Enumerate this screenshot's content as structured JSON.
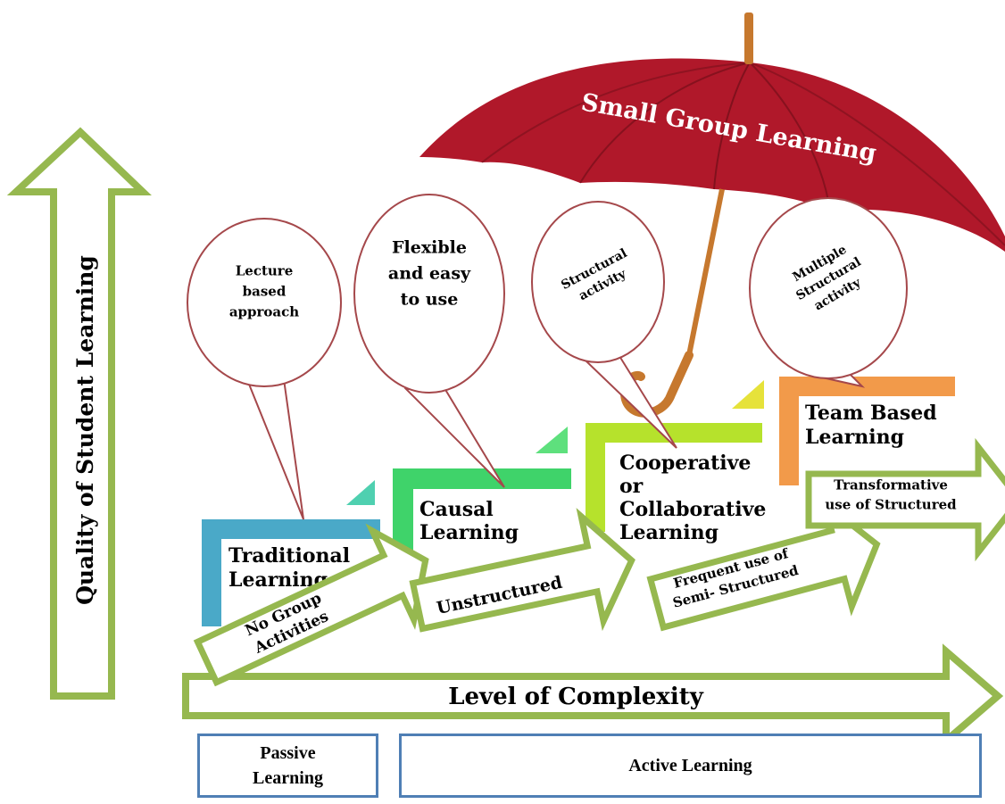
{
  "umbrella": {
    "label": "Small Group Learning",
    "canopy_color": "#b0182a",
    "handle_color": "#c6782e"
  },
  "axis": {
    "vertical_label": "Quality of Student Learning",
    "horizontal_label": "Level of Complexity",
    "arrow_color": "#96b84f"
  },
  "steps": [
    {
      "lines": [
        "Traditional",
        "Learning"
      ],
      "color": "#4aa9c8"
    },
    {
      "lines": [
        "Causal",
        "Learning"
      ],
      "color": "#3fd36a"
    },
    {
      "lines": [
        "Cooperative",
        "or",
        "Collaborative",
        "Learning"
      ],
      "color": "#b6e22c"
    },
    {
      "lines": [
        "Team Based",
        "Learning"
      ],
      "color": "#f29a4a"
    }
  ],
  "bubbles": [
    {
      "lines": [
        "Lecture",
        "based",
        "approach"
      ]
    },
    {
      "lines": [
        "Flexible",
        "and easy",
        "to use"
      ]
    },
    {
      "lines": [
        "Structural",
        "activity"
      ]
    },
    {
      "lines": [
        "Multiple",
        "Structural",
        "activity"
      ]
    }
  ],
  "step_arrows": [
    {
      "lines": [
        "No Group",
        "Activities"
      ]
    },
    {
      "lines": [
        "Unstructured"
      ]
    },
    {
      "lines": [
        "Frequent use of",
        "Semi- Structured"
      ]
    },
    {
      "lines": [
        "Transformative",
        "use of Structured"
      ]
    }
  ],
  "bottom": {
    "passive": [
      "Passive",
      "Learning"
    ],
    "active": "Active Learning"
  }
}
